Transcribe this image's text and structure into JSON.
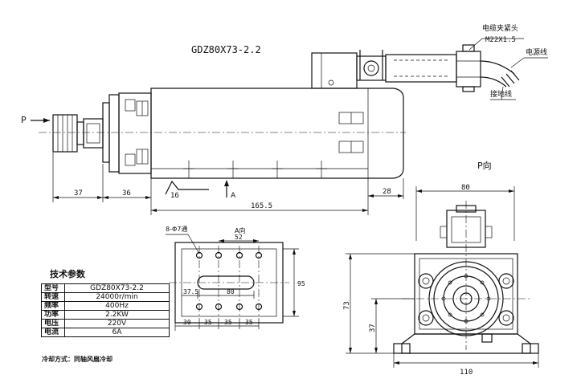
{
  "drawing": {
    "model_title": "GDZ80X73-2.2",
    "view_p_label": "P",
    "view_p_title": "P向",
    "section_a_title": "A向",
    "section_a_marker": "A",
    "surface_mark": "16",
    "cable_connector": "电缆夹紧头",
    "thread_spec": "M22X1.5",
    "power_cable": "电源线",
    "ground_wire": "接地线",
    "holes_note": "8-Φ7通",
    "dims": {
      "d37": "37",
      "d36": "36",
      "d165_5": "165.5",
      "d28": "28",
      "d80_top": "80",
      "d73": "73",
      "d37_v": "37",
      "d110": "110",
      "d52": "52",
      "d37_5": "37.5",
      "d80_plate": "80",
      "d95": "95",
      "d30": "30",
      "d35a": "35",
      "d35b": "35",
      "d35c": "35"
    }
  },
  "spec": {
    "title": "技术参数",
    "rows": [
      {
        "key": "型号",
        "value": "GDZ80X73-2.2"
      },
      {
        "key": "转速",
        "value": "24000r/min"
      },
      {
        "key": "频率",
        "value": "400Hz"
      },
      {
        "key": "功率",
        "value": "2.2KW"
      },
      {
        "key": "电压",
        "value": "220V"
      },
      {
        "key": "电流",
        "value": "6A"
      }
    ],
    "cooling_note": "冷却方式：同轴风扇冷却"
  }
}
